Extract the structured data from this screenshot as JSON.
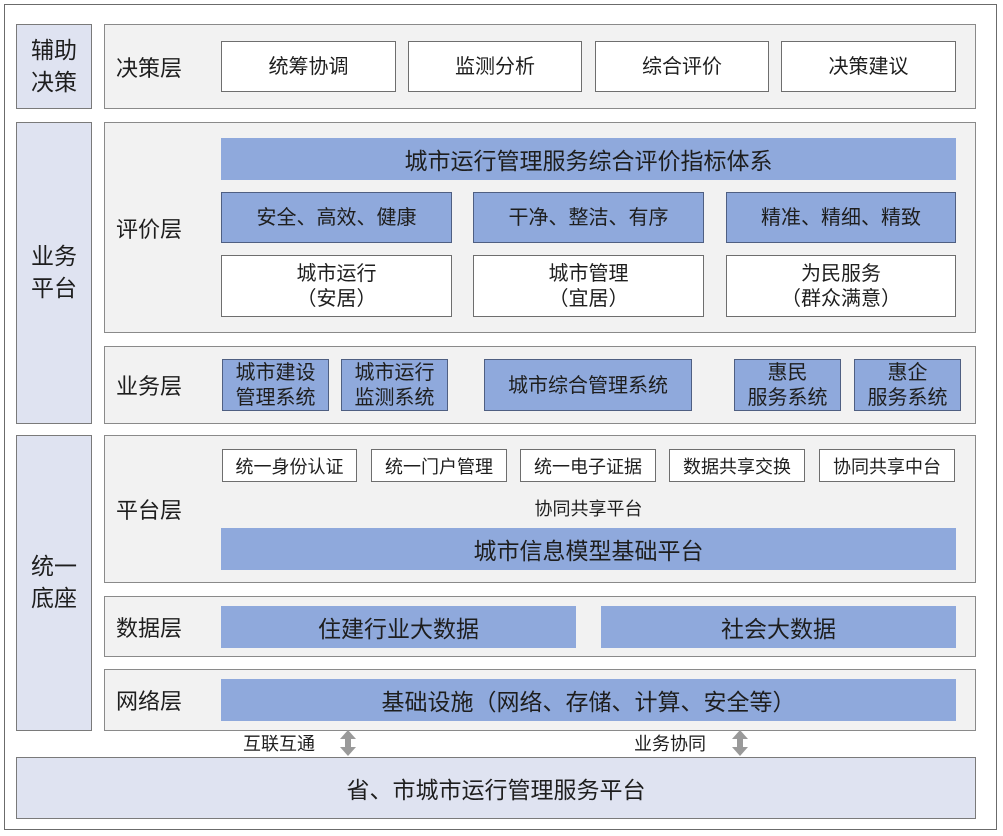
{
  "side_labels": {
    "decision_aid": "辅助\n决策",
    "business_platform": "业务\n平台",
    "unified_base": "统一\n底座"
  },
  "decision_layer": {
    "label": "决策层",
    "boxes": [
      "统筹协调",
      "监测分析",
      "综合评价",
      "决策建议"
    ]
  },
  "evaluation_layer": {
    "label": "评价层",
    "index_system": "城市运行管理服务综合评价指标体系",
    "criteria": [
      "安全、高效、健康",
      "干净、整洁、有序",
      "精准、精细、精致"
    ],
    "dimensions": [
      "城市运行\n（安居）",
      "城市管理\n（宜居）",
      "为民服务\n（群众满意）"
    ]
  },
  "business_layer": {
    "label": "业务层",
    "systems": [
      "城市建设\n管理系统",
      "城市运行\n监测系统",
      "城市综合管理系统",
      "惠民\n服务系统",
      "惠企\n服务系统"
    ]
  },
  "platform_layer": {
    "label": "平台层",
    "services": [
      "统一身份认证",
      "统一门户管理",
      "统一电子证据",
      "数据共享交换",
      "协同共享中台"
    ],
    "caption": "协同共享平台",
    "cim": "城市信息模型基础平台"
  },
  "data_layer": {
    "label": "数据层",
    "items": [
      "住建行业大数据",
      "社会大数据"
    ]
  },
  "network_layer": {
    "label": "网络层",
    "infra": "基础设施（网络、存储、计算、安全等）"
  },
  "links": [
    "互联互通",
    "业务协同"
  ],
  "bottom_platform": "省、市城市运行管理服务平台",
  "colors": {
    "accent_blue": "#8fa9dc",
    "side_fill": "#dfe3f1",
    "panel_fill": "#f2f2f2",
    "arrow_gray": "#9a9a9a"
  }
}
